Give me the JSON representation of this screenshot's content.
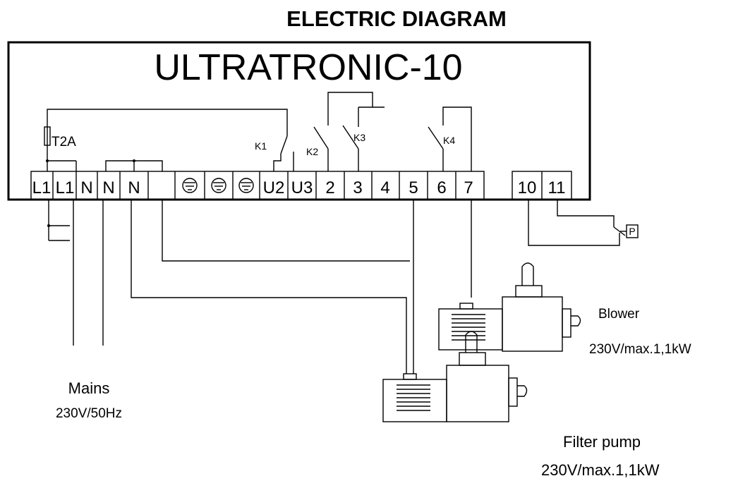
{
  "diagram": {
    "title": "ELECTRIC DIAGRAM",
    "controller": "ULTRATRONIC-10",
    "fuse": "T2A",
    "relays": [
      "K1",
      "K2",
      "K3",
      "K4"
    ],
    "terminals": [
      "L1",
      "L1",
      "N",
      "N",
      "N",
      "",
      "",
      "",
      "U2",
      "U3",
      "2",
      "3",
      "4",
      "5",
      "6",
      "7",
      "10",
      "11"
    ],
    "ground_icons": [
      "ground-icon",
      "ground-icon",
      "ground-icon"
    ],
    "pressure_switch": "P",
    "mains": {
      "label": "Mains",
      "rating": "230V/50Hz"
    },
    "blower": {
      "label": "Blower",
      "rating": "230V/max.1,1kW"
    },
    "filter_pump": {
      "label": "Filter pump",
      "rating": "230V/max.1,1kW"
    }
  }
}
